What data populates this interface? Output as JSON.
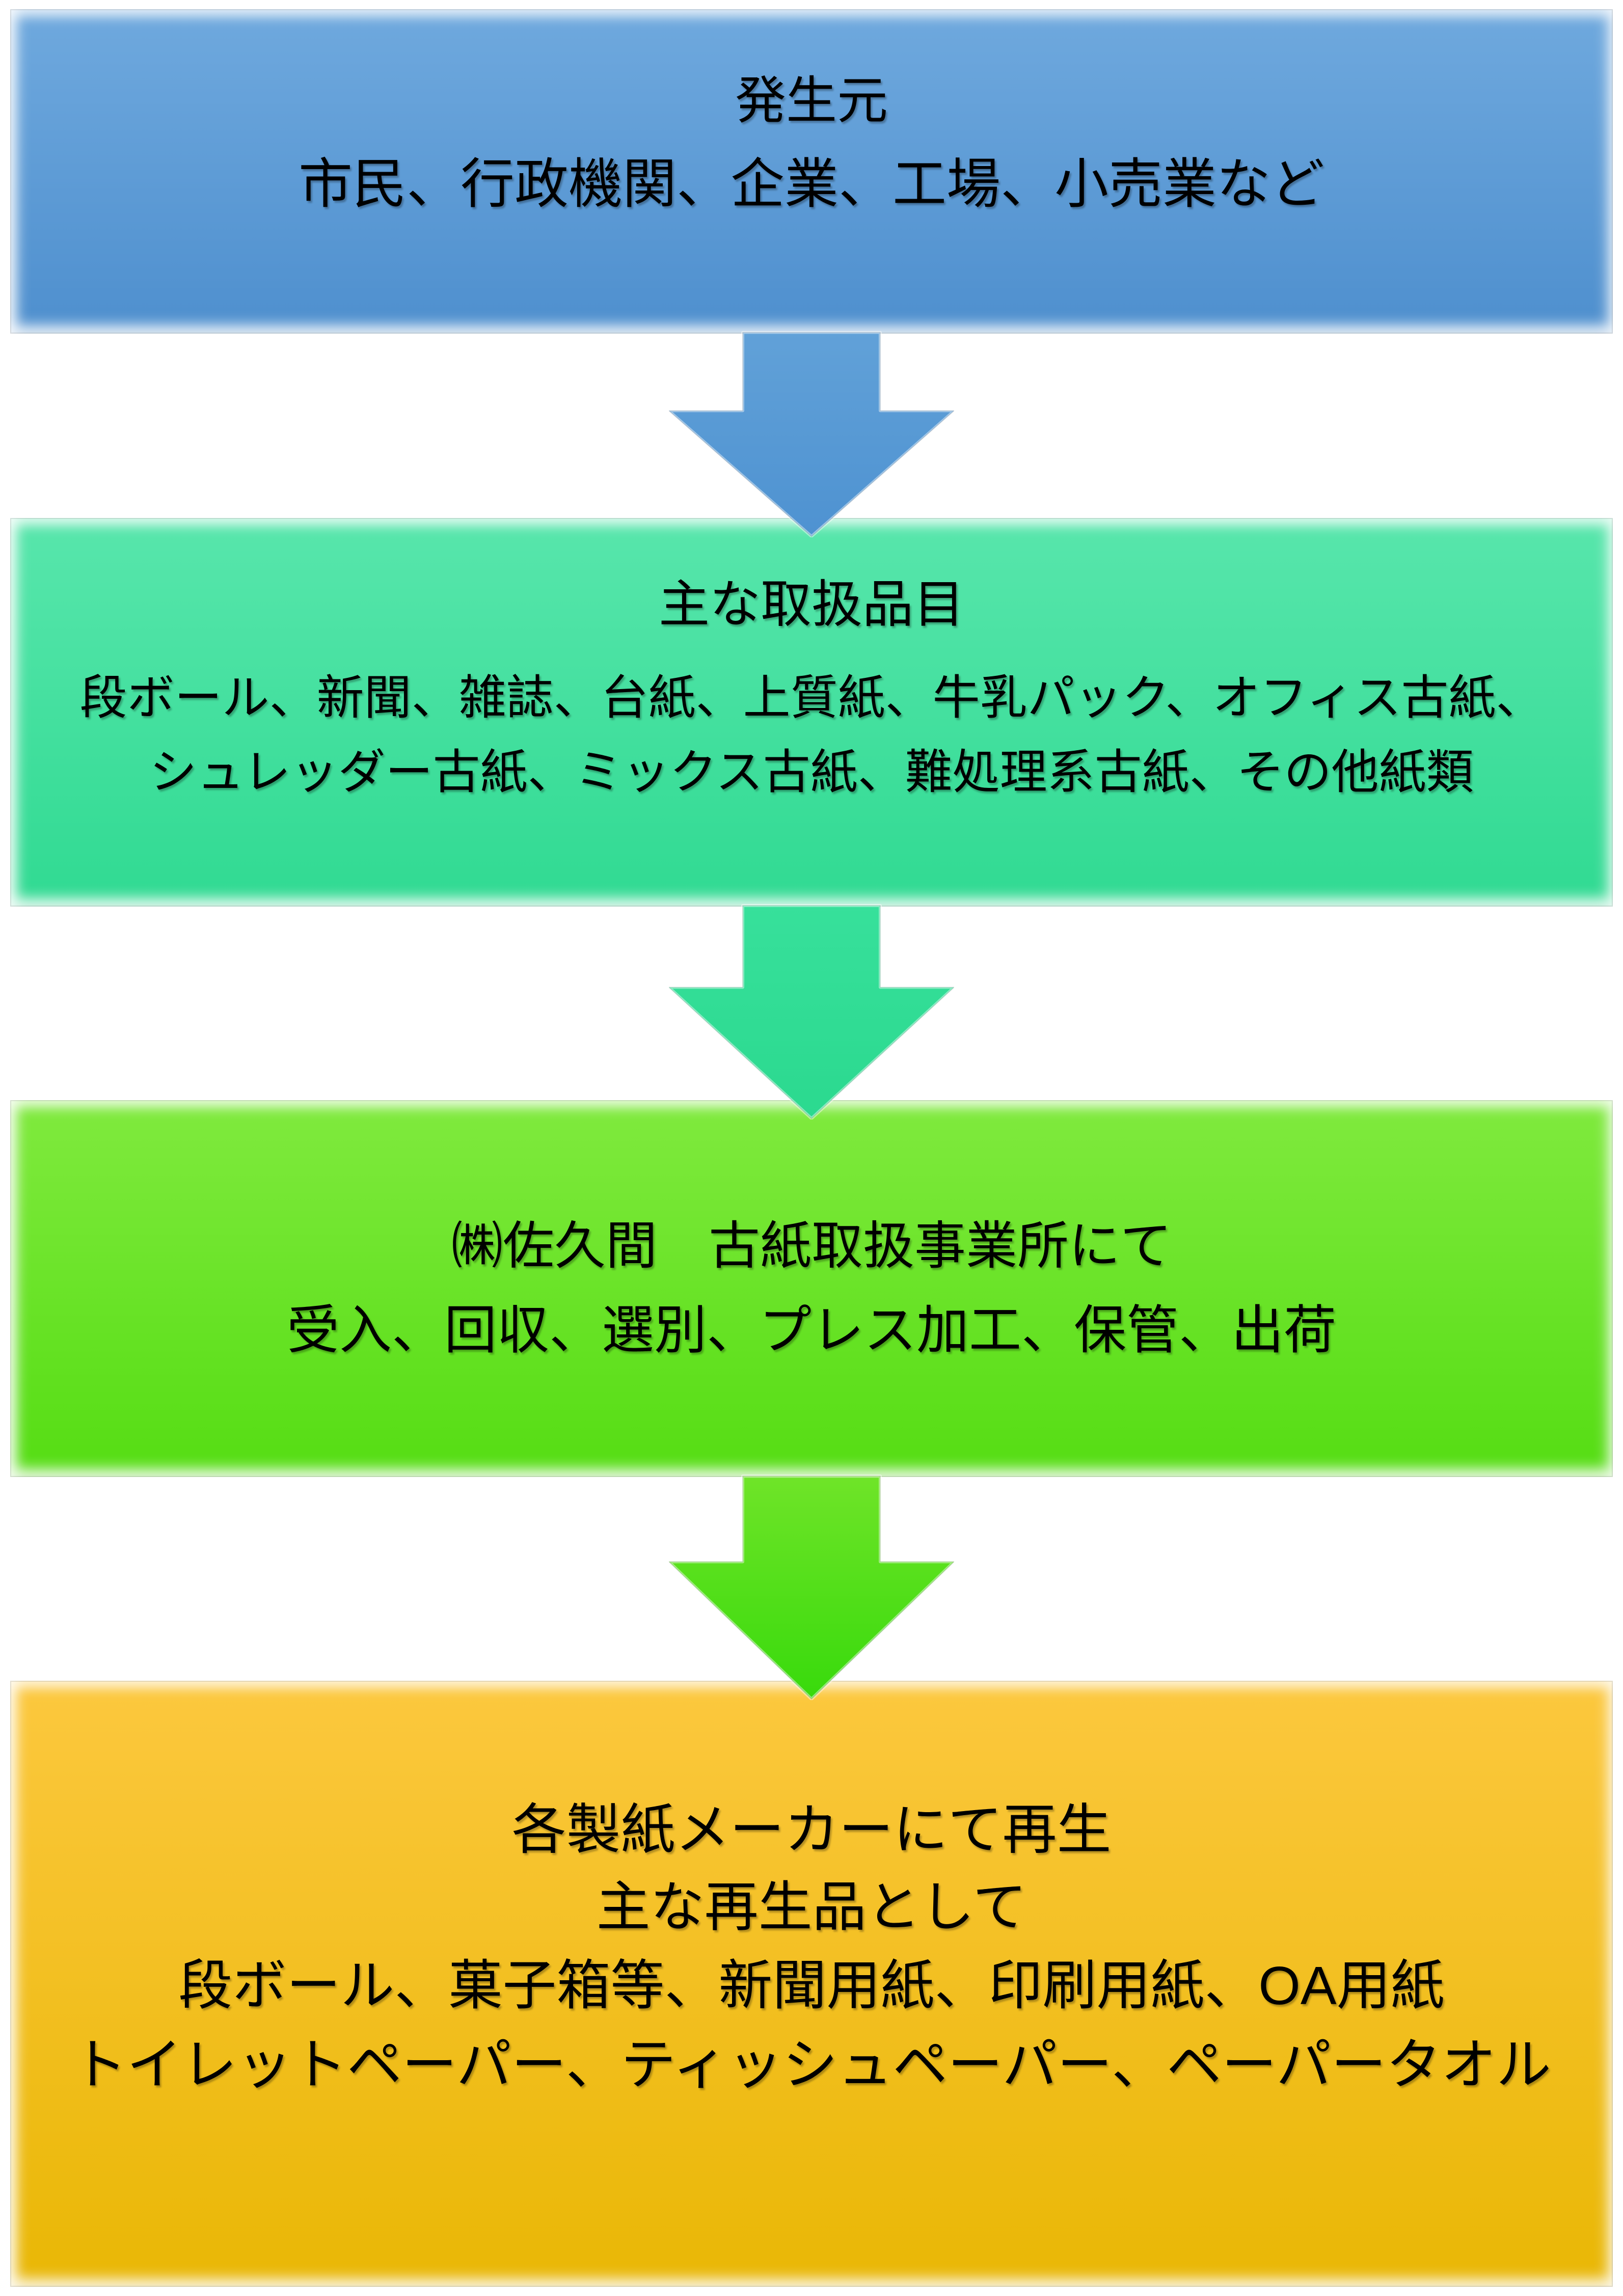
{
  "page": {
    "background": "#FFFFFF",
    "text_color": "#000000",
    "description_label": "recycled-paper-flow-diagram"
  },
  "flow": {
    "boxes": [
      {
        "name": "source",
        "fill_top": "#6FA9DE",
        "fill_bottom": "#4E8FCE",
        "title": "発生元",
        "lines": [
          "市民、行政機関、企業、工場、小売業など"
        ]
      },
      {
        "name": "handled-items",
        "fill_top": "#58E6AC",
        "fill_bottom": "#30DA92",
        "title": "主な取扱品目",
        "lines": [
          "段ボール、新聞、雑誌、台紙、上質紙、牛乳パック、オフィス古紙、",
          "シュレッダー古紙、ミックス古紙、難処理系古紙、その他紙類"
        ]
      },
      {
        "name": "sakuma-processing",
        "fill_top": "#80EA3E",
        "fill_bottom": "#55DD13",
        "title": "㈱佐久間　古紙取扱事業所にて",
        "lines": [
          "受入、回収、選別、プレス加工、保管、出荷"
        ]
      },
      {
        "name": "paper-makers-recycle",
        "fill_top": "#FCC83E",
        "fill_bottom": "#E9B705",
        "title": "各製紙メーカーにて再生",
        "lines": [
          "主な再生品として",
          "段ボール、菓子箱等、新聞用紙、印刷用紙、OA用紙",
          "トイレットペーパー、ティッシュペーパー、ペーパータオル"
        ]
      }
    ],
    "arrows": [
      {
        "name": "arrow-source-to-items",
        "color_top": "#61A1D8",
        "color_bottom": "#4E92D1"
      },
      {
        "name": "arrow-items-to-processing",
        "color_top": "#37E09B",
        "color_bottom": "#2BD98F"
      },
      {
        "name": "arrow-processing-to-recycle",
        "color_top": "#6FE428",
        "color_bottom": "#38DA0C"
      }
    ]
  }
}
